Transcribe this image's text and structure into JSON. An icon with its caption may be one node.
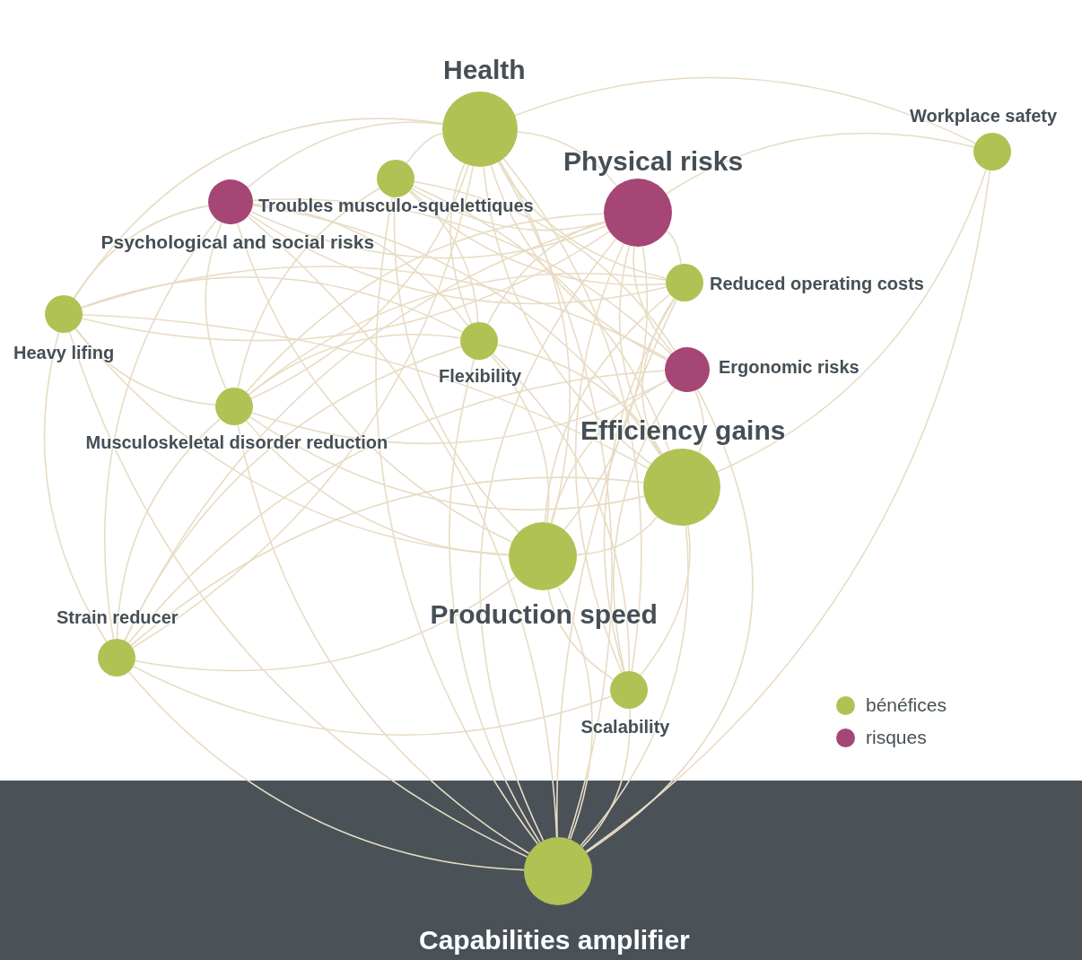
{
  "diagram": {
    "nodes": [
      {
        "text": [
          "Health"
        ]
      },
      {
        "text": [
          "Workplace safety"
        ]
      },
      {
        "text": [
          "Psychological and social risks"
        ]
      },
      {
        "text": [
          "Troubles musculo-squelettiques"
        ]
      },
      {
        "text": [
          "Physical risks"
        ]
      },
      {
        "text": [
          "Reduced operating costs"
        ]
      },
      {
        "text": [
          "Heavy lifing"
        ]
      },
      {
        "text": [
          "Flexibility"
        ]
      },
      {
        "text": [
          "Ergonomic risks"
        ]
      },
      {
        "text": [
          "Musculoskeletal disorder reduction"
        ]
      },
      {
        "text": [
          "Efficiency gains"
        ]
      },
      {
        "text": [
          "Production speed"
        ]
      },
      {
        "text": [
          "Strain reducer"
        ]
      },
      {
        "text": [
          "Scalability"
        ]
      },
      {
        "text": [
          "Capabilities amplifier"
        ]
      }
    ],
    "edges": [
      {
        "from": 0,
        "to": 1,
        "arrow": "none"
      },
      {
        "from": 0,
        "to": 2,
        "arrow": "none"
      },
      {
        "from": 0,
        "to": 3,
        "arrow": "none"
      },
      {
        "from": 0,
        "to": 4,
        "arrow": "none"
      },
      {
        "from": 0,
        "to": 5,
        "arrow": "none"
      },
      {
        "from": 0,
        "to": 6,
        "arrow": "none"
      },
      {
        "from": 0,
        "to": 7,
        "arrow": "none"
      },
      {
        "from": 0,
        "to": 8,
        "arrow": "none"
      },
      {
        "from": 0,
        "to": 9,
        "arrow": "none"
      },
      {
        "from": 0,
        "to": 10,
        "arrow": "none"
      },
      {
        "from": 0,
        "to": 11,
        "arrow": "none"
      },
      {
        "from": 0,
        "to": 12,
        "arrow": "none"
      },
      {
        "from": 0,
        "to": 13,
        "arrow": "none"
      },
      {
        "from": 4,
        "to": 1,
        "arrow": "none"
      },
      {
        "from": 4,
        "to": 2,
        "arrow": "none"
      },
      {
        "from": 4,
        "to": 3,
        "arrow": "none"
      },
      {
        "from": 4,
        "to": 5,
        "arrow": "none"
      },
      {
        "from": 4,
        "to": 6,
        "arrow": "none"
      },
      {
        "from": 4,
        "to": 7,
        "arrow": "none"
      },
      {
        "from": 4,
        "to": 8,
        "arrow": "none"
      },
      {
        "from": 4,
        "to": 9,
        "arrow": "none"
      },
      {
        "from": 4,
        "to": 10,
        "arrow": "none"
      },
      {
        "from": 4,
        "to": 11,
        "arrow": "none"
      },
      {
        "from": 4,
        "to": 12,
        "arrow": "none"
      },
      {
        "from": 4,
        "to": 13,
        "arrow": "none"
      },
      {
        "from": 10,
        "to": 1,
        "arrow": "none"
      },
      {
        "from": 10,
        "to": 2,
        "arrow": "none"
      },
      {
        "from": 10,
        "to": 3,
        "arrow": "none"
      },
      {
        "from": 10,
        "to": 5,
        "arrow": "none"
      },
      {
        "from": 10,
        "to": 6,
        "arrow": "none"
      },
      {
        "from": 10,
        "to": 7,
        "arrow": "none"
      },
      {
        "from": 10,
        "to": 8,
        "arrow": "none"
      },
      {
        "from": 10,
        "to": 9,
        "arrow": "none"
      },
      {
        "from": 10,
        "to": 11,
        "arrow": "none"
      },
      {
        "from": 10,
        "to": 12,
        "arrow": "none"
      },
      {
        "from": 10,
        "to": 13,
        "arrow": "none"
      },
      {
        "from": 11,
        "to": 2,
        "arrow": "none"
      },
      {
        "from": 11,
        "to": 3,
        "arrow": "none"
      },
      {
        "from": 11,
        "to": 5,
        "arrow": "none"
      },
      {
        "from": 11,
        "to": 6,
        "arrow": "none"
      },
      {
        "from": 11,
        "to": 7,
        "arrow": "none"
      },
      {
        "from": 11,
        "to": 8,
        "arrow": "none"
      },
      {
        "from": 11,
        "to": 9,
        "arrow": "none"
      },
      {
        "from": 11,
        "to": 12,
        "arrow": "none"
      },
      {
        "from": 11,
        "to": 13,
        "arrow": "none"
      },
      {
        "from": 3,
        "to": 5,
        "arrow": "none"
      },
      {
        "from": 3,
        "to": 6,
        "arrow": "none"
      },
      {
        "from": 3,
        "to": 7,
        "arrow": "none"
      },
      {
        "from": 3,
        "to": 8,
        "arrow": "none"
      },
      {
        "from": 3,
        "to": 9,
        "arrow": "none"
      },
      {
        "from": 3,
        "to": 12,
        "arrow": "none"
      },
      {
        "from": 2,
        "to": 5,
        "arrow": "none"
      },
      {
        "from": 2,
        "to": 7,
        "arrow": "none"
      },
      {
        "from": 2,
        "to": 8,
        "arrow": "none"
      },
      {
        "from": 2,
        "to": 9,
        "arrow": "none"
      },
      {
        "from": 6,
        "to": 7,
        "arrow": "none"
      },
      {
        "from": 6,
        "to": 8,
        "arrow": "none"
      },
      {
        "from": 6,
        "to": 9,
        "arrow": "none"
      },
      {
        "from": 6,
        "to": 12,
        "arrow": "none"
      },
      {
        "from": 9,
        "to": 5,
        "arrow": "none"
      },
      {
        "from": 9,
        "to": 7,
        "arrow": "none"
      },
      {
        "from": 9,
        "to": 8,
        "arrow": "none"
      },
      {
        "from": 9,
        "to": 12,
        "arrow": "none"
      },
      {
        "from": 12,
        "to": 7,
        "arrow": "none"
      },
      {
        "from": 12,
        "to": 8,
        "arrow": "none"
      },
      {
        "from": 12,
        "to": 13,
        "arrow": "none"
      },
      {
        "from": 13,
        "to": 5,
        "arrow": "none"
      },
      {
        "from": 13,
        "to": 7,
        "arrow": "none"
      },
      {
        "from": 13,
        "to": 8,
        "arrow": "none"
      },
      {
        "from": 14,
        "to": 0,
        "arrow": "none"
      },
      {
        "from": 14,
        "to": 1,
        "arrow": "none"
      },
      {
        "from": 14,
        "to": 2,
        "arrow": "none"
      },
      {
        "from": 14,
        "to": 3,
        "arrow": "none"
      },
      {
        "from": 14,
        "to": 4,
        "arrow": "none"
      },
      {
        "from": 14,
        "to": 5,
        "arrow": "none"
      },
      {
        "from": 14,
        "to": 6,
        "arrow": "none"
      },
      {
        "from": 14,
        "to": 7,
        "arrow": "none"
      },
      {
        "from": 14,
        "to": 8,
        "arrow": "none"
      },
      {
        "from": 14,
        "to": 9,
        "arrow": "none"
      },
      {
        "from": 14,
        "to": 10,
        "arrow": "none"
      },
      {
        "from": 14,
        "to": 11,
        "arrow": "none"
      },
      {
        "from": 14,
        "to": 12,
        "arrow": "none"
      },
      {
        "from": 14,
        "to": 13,
        "arrow": "none"
      }
    ],
    "legend": [
      {
        "text": "bénéfices",
        "color": "#b0c254"
      },
      {
        "text": "risques",
        "color": "#a64675"
      }
    ]
  }
}
